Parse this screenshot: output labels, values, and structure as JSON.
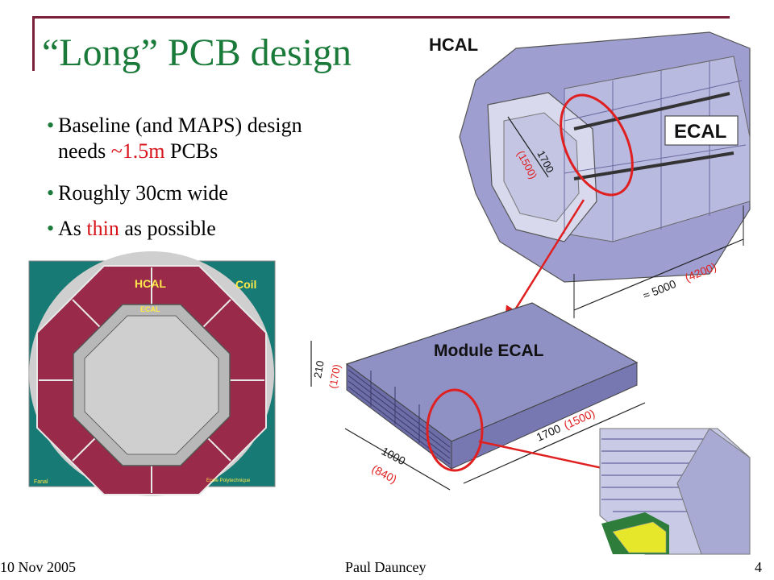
{
  "slide": {
    "title": "“Long” PCB design",
    "bullets": [
      {
        "pre": "Baseline (and MAPS) design",
        "line2_pre": "needs ",
        "highlight": "~1.5m",
        "line2_post": " PCBs"
      },
      {
        "text": "Roughly 30cm wide"
      },
      {
        "pre": "As ",
        "highlight": "thin",
        "post": " as possible"
      }
    ]
  },
  "cross_section": {
    "hcal": "HCAL",
    "ecal": "ECAL",
    "coil": "Coil",
    "credit_left": "Fanal",
    "credit_right": "Ecole Polytechnique"
  },
  "barrel": {
    "hcal": "HCAL",
    "ecal": "ECAL",
    "radius": "1700",
    "radius_alt": "(1500)",
    "length": "≈ 5000",
    "length_alt": "(4200)"
  },
  "module": {
    "label": "Module ECAL",
    "height": "210",
    "height_alt": "(170)",
    "width": "1000",
    "width_alt": "(840)",
    "depth": "1700",
    "depth_alt": "(1500)"
  },
  "footer": {
    "date": "10 Nov 2005",
    "author": "Paul Dauncey",
    "page": "4"
  },
  "colors": {
    "title": "#1a7a3a",
    "rule": "#7b1f3a",
    "highlight": "#d8141b",
    "hcal_fill": "#9a2a4a",
    "coil_fill": "#177a74",
    "module_fill": "#8f90c4"
  }
}
